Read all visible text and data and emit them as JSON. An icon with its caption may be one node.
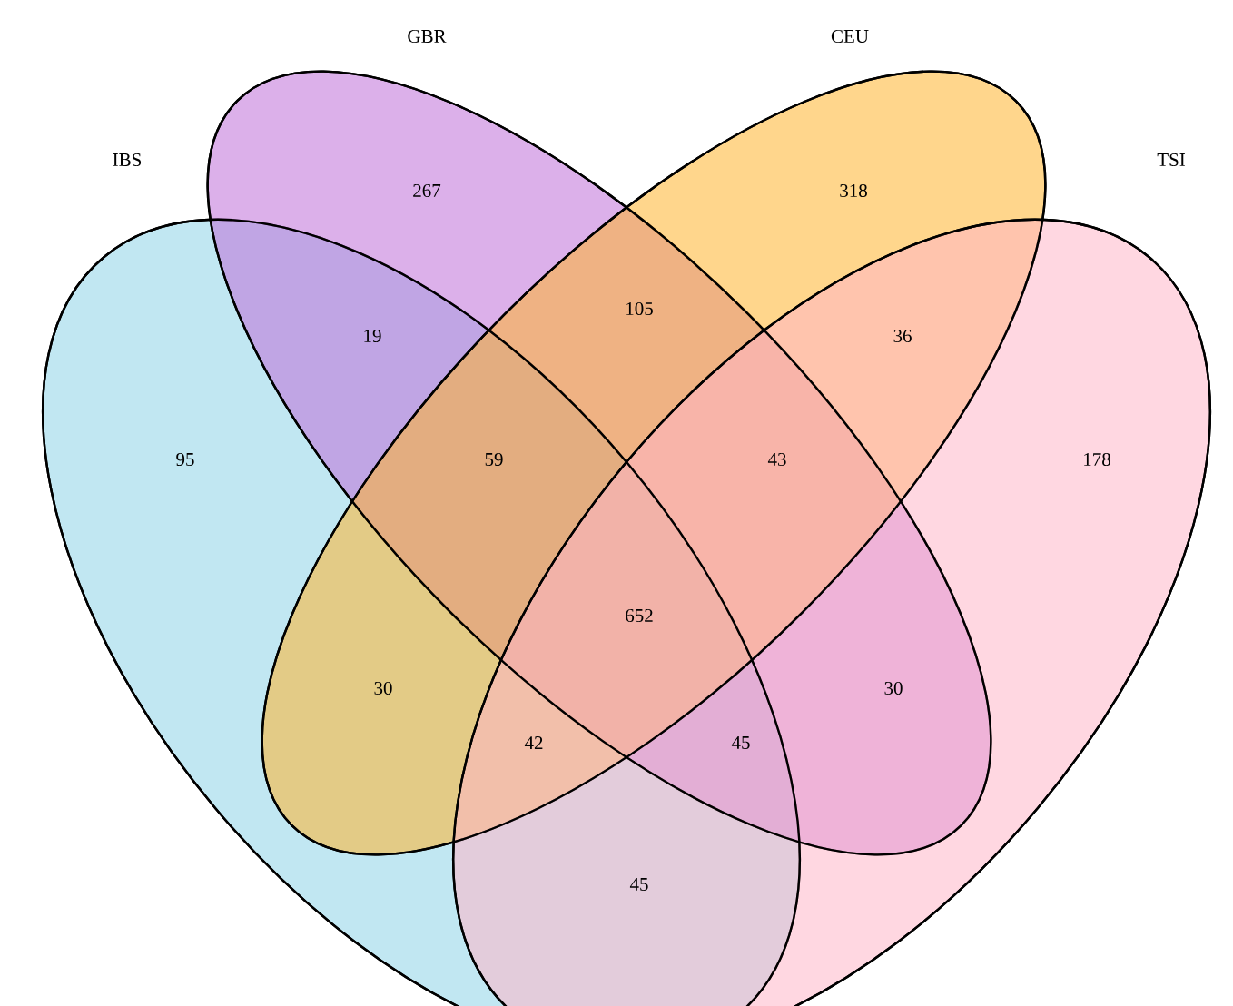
{
  "diagram": {
    "nodes": [
      {
        "text": [
          "IBS"
        ]
      },
      {
        "text": [
          "GBR"
        ]
      },
      {
        "text": [
          "CEU"
        ]
      },
      {
        "text": [
          "TSI"
        ]
      }
    ],
    "labels": [
      "267",
      "318",
      "19",
      "105",
      "36",
      "95",
      "59",
      "43",
      "178",
      "652",
      "30",
      "30",
      "42",
      "45",
      "45"
    ]
  }
}
